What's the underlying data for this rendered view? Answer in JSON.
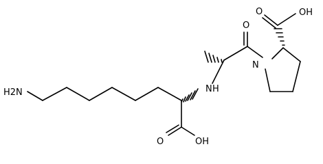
{
  "molecule": {
    "labels": {
      "h2n": "H2N",
      "nh": "N",
      "nh_h": "H",
      "n_ring": "N",
      "o_carbonyl": "O",
      "o_acid_top": "O",
      "oh_top": "OH",
      "o_acid_bottom": "O",
      "oh_bottom": "OH"
    }
  }
}
